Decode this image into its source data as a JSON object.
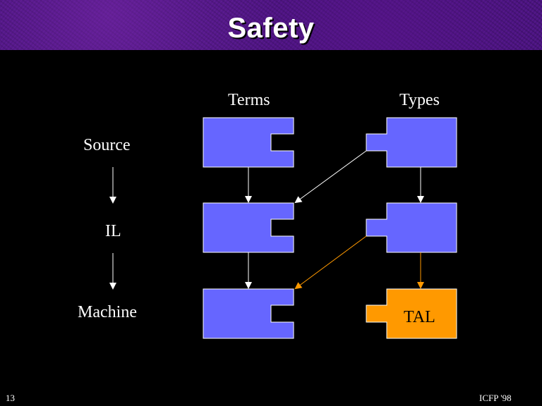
{
  "slide": {
    "title": "Safety",
    "slide_number": "13",
    "footer_text": "ICFP '98"
  },
  "diagram": {
    "columns": {
      "terms": "Terms",
      "types": "Types"
    },
    "rows": [
      "Source",
      "IL",
      "Machine"
    ],
    "tal_label": "TAL",
    "colors": {
      "box_fill": "#6666ff",
      "tal_fill": "#ff9900",
      "arrow_white": "#ffffff",
      "arrow_orange": "#ff9900",
      "background": "#000000",
      "header": "#4a1480"
    },
    "edges": [
      {
        "from": "source-term",
        "to": "il-term",
        "color": "white"
      },
      {
        "from": "il-term",
        "to": "machine-term",
        "color": "white"
      },
      {
        "from": "source-type",
        "to": "il-type",
        "color": "white"
      },
      {
        "from": "il-type",
        "to": "machine-type",
        "color": "orange"
      },
      {
        "from": "source-type",
        "to": "il-term",
        "color": "white"
      },
      {
        "from": "il-type",
        "to": "machine-term",
        "color": "orange"
      }
    ]
  }
}
